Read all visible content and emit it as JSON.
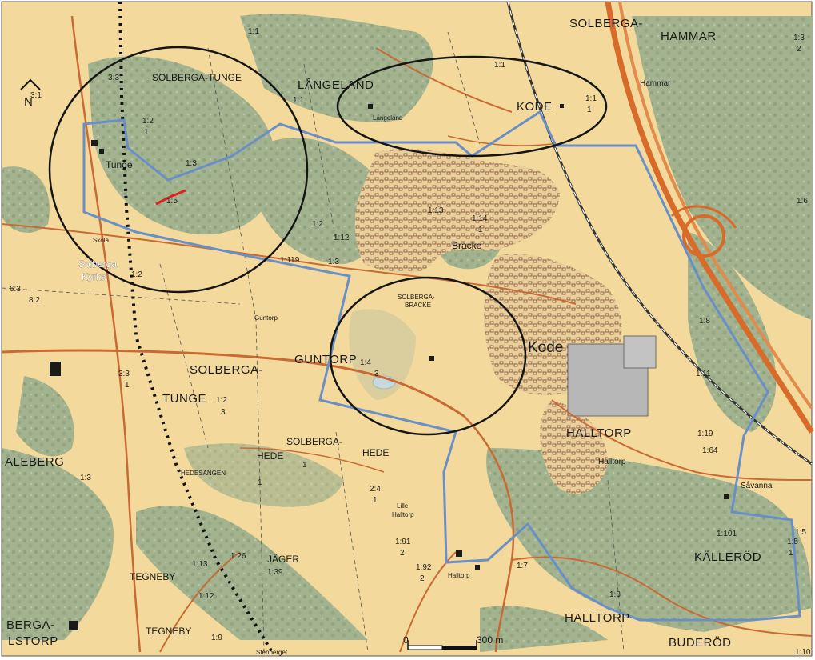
{
  "north_arrow": {
    "label": "N"
  },
  "places": [
    {
      "id": "solberga-top",
      "text": "SOLBERGA-",
      "size": "lg"
    },
    {
      "id": "hammar-top",
      "text": "HAMMAR",
      "size": "lg"
    },
    {
      "id": "solberga-tunge-n",
      "text": "SOLBERGA-TUNGE",
      "size": "md"
    },
    {
      "id": "langeland",
      "text": "LÅNGELAND",
      "size": "lg"
    },
    {
      "id": "kode-n",
      "text": "KODE",
      "size": "lg"
    },
    {
      "id": "hammar-small",
      "text": "Hammar",
      "size": "sm"
    },
    {
      "id": "tunge",
      "text": "Tunge",
      "size": "md"
    },
    {
      "id": "solberga-kyrka-1",
      "text": "Solberga",
      "size": "md"
    },
    {
      "id": "solberga-kyrka-2",
      "text": "Kyrka",
      "size": "md"
    },
    {
      "id": "bracke",
      "text": "Bräcke",
      "size": "md"
    },
    {
      "id": "solberga-bracke-1",
      "text": "SOLBERGA-",
      "size": "xs"
    },
    {
      "id": "solberga-bracke-2",
      "text": "BRÄCKE",
      "size": "xs"
    },
    {
      "id": "kode",
      "text": "Kode",
      "size": "kode"
    },
    {
      "id": "guntorp-small",
      "text": "Guntorp",
      "size": "xs"
    },
    {
      "id": "guntorp",
      "text": "GUNTORP",
      "size": "lg"
    },
    {
      "id": "solberga-tunge-s1",
      "text": "SOLBERGA-",
      "size": "lg"
    },
    {
      "id": "solberga-tunge-s2",
      "text": "TUNGE",
      "size": "lg"
    },
    {
      "id": "halltorp-caps",
      "text": "HALLTORP",
      "size": "lg"
    },
    {
      "id": "halltorp-small",
      "text": "Halltorp",
      "size": "sm"
    },
    {
      "id": "aleberg",
      "text": "ALEBERG",
      "size": "lg"
    },
    {
      "id": "solberga-hede-1",
      "text": "SOLBERGA-",
      "size": "md"
    },
    {
      "id": "solberga-hede-hede1",
      "text": "HEDE",
      "size": "md"
    },
    {
      "id": "solberga-hede-hede2",
      "text": "HEDE",
      "size": "md"
    },
    {
      "id": "hedesangen",
      "text": "HEDESÄNGEN",
      "size": "xs"
    },
    {
      "id": "lille-halltorp-1",
      "text": "Lille",
      "size": "xs"
    },
    {
      "id": "lille-halltorp-2",
      "text": "Halltorp",
      "size": "xs"
    },
    {
      "id": "savanna",
      "text": "Såvanna",
      "size": "sm"
    },
    {
      "id": "kallerod",
      "text": "KÄLLERÖD",
      "size": "lg"
    },
    {
      "id": "jager",
      "text": "JÄGER",
      "size": "md"
    },
    {
      "id": "tegneby-1",
      "text": "TEGNEBY",
      "size": "md"
    },
    {
      "id": "tegneby-2",
      "text": "TEGNEBY",
      "size": "md"
    },
    {
      "id": "berga",
      "text": "BERGA-",
      "size": "lg"
    },
    {
      "id": "lstorp",
      "text": "LSTORP",
      "size": "lg"
    },
    {
      "id": "halltorp-s",
      "text": "HALLTORP",
      "size": "lg"
    },
    {
      "id": "buderod",
      "text": "BUDERÖD",
      "size": "lg"
    },
    {
      "id": "skola",
      "text": "Skola",
      "size": "xs"
    },
    {
      "id": "stenberget",
      "text": "Stenberget",
      "size": "xs"
    },
    {
      "id": "langeland-farm",
      "text": "Långeland",
      "size": "xs"
    },
    {
      "id": "halltorp-farm",
      "text": "Halltorp",
      "size": "xs"
    }
  ],
  "plot_labels": [
    "3:3",
    "1:1",
    "1:1",
    "1",
    "1:1",
    "2",
    "1:2",
    "1",
    "1:3",
    "1:5",
    "1:2",
    "1:12",
    "1:13",
    "1:14",
    "1",
    "1:119",
    "1:3",
    "1:2",
    "3:3",
    "1",
    "1:2",
    "3",
    "1:4",
    "3",
    "1:3",
    "1",
    "1",
    "2:4",
    "1",
    "1:91",
    "2",
    "1:92",
    "2",
    "1:7",
    "1:8",
    "1:19",
    "1:64",
    "1:101",
    "1:5",
    "1",
    "1:26",
    "1:39",
    "1:13",
    "1:12",
    "1:9",
    "1:6",
    "1:8",
    "1:10",
    "1:11",
    "6:3",
    "8:2",
    "3:1",
    "1:1",
    "1:3",
    "1:5"
  ],
  "scale_bar": {
    "start": "0",
    "end": "300 m"
  },
  "colors": {
    "farmland": "#f4dc9e",
    "forest": "#9fb08c",
    "forest_dark": "#7f9270",
    "study_boundary": "#6a8fc8",
    "road_main": "#c96a34",
    "road_minor": "#b4644a",
    "highway": "#d86a2a",
    "circle": "#151515"
  }
}
